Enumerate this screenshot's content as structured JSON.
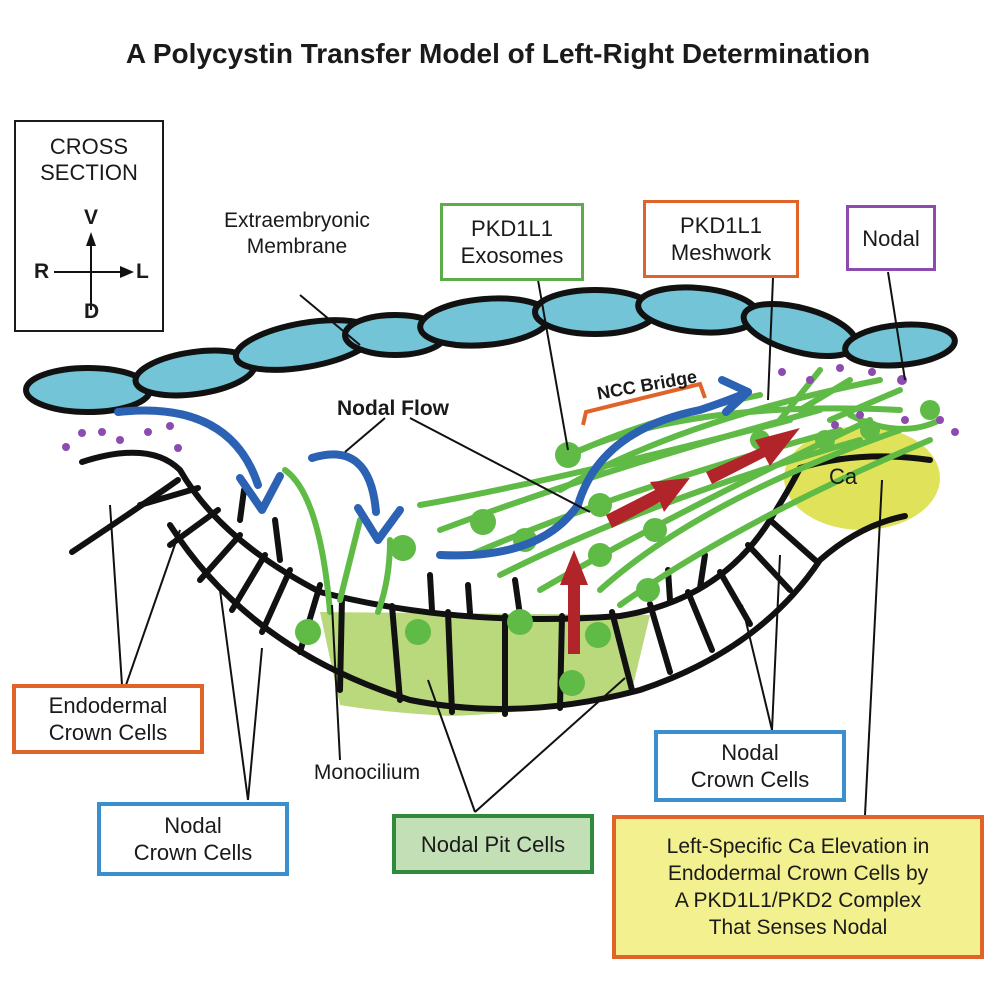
{
  "title": "A Polycystin Transfer Model of Left-Right Determination",
  "compass": {
    "line1": "CROSS",
    "line2": "SECTION",
    "ventral": "V",
    "dorsal": "D",
    "right": "R",
    "left": "L"
  },
  "labels": {
    "extraembryonic": [
      "Extraembryonic",
      "Membrane"
    ],
    "nodal_flow": "Nodal Flow",
    "ncc_bridge": "NCC Bridge",
    "ca": "Ca",
    "monocilium": "Monocilium"
  },
  "boxes": {
    "exosomes": [
      "PKD1L1",
      "Exosomes"
    ],
    "meshwork": [
      "PKD1L1",
      "Meshwork"
    ],
    "nodal": [
      "Nodal"
    ],
    "endodermal": [
      "Endodermal",
      "Crown Cells"
    ],
    "nodal_crown_left": [
      "Nodal",
      "Crown Cells"
    ],
    "nodal_crown_right": [
      "Nodal",
      "Crown Cells"
    ],
    "pit_cells": [
      "Nodal Pit Cells"
    ],
    "ca_elevation": [
      "Left-Specific Ca Elevation in",
      "Endodermal Crown Cells by",
      "A PKD1L1/PKD2 Complex",
      "That Senses Nodal"
    ]
  },
  "colors": {
    "membrane": "#72c4d6",
    "outline": "#111111",
    "pkd1l1": "#5fba46",
    "pit_fill": "#b9d97c",
    "nodal_purple": "#8d4bb0",
    "flow_blue": "#2c62b4",
    "signal_red": "#b0242a",
    "ca_yellow": "#e0e35a",
    "box_green": "#5cad4a",
    "box_orange": "#e0642a",
    "box_blue": "#3a8fce",
    "box_purple": "#8d4bb0",
    "box_pit_border": "#2f8a3c",
    "box_pit_fill": "#c2dfb5",
    "box_yellow_fill": "#f3f08f",
    "box_yellow_border": "#e0642a"
  }
}
